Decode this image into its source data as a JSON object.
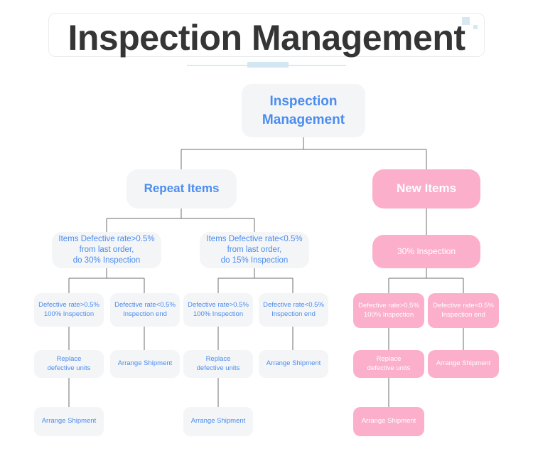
{
  "header": {
    "title": "Inspection Management",
    "deco_color": "#d7e8f3",
    "rule_color": "#d9eaf4"
  },
  "theme": {
    "blue_node_bg": "#f4f5f7",
    "blue_text": "#4a8cf0",
    "pink_node_bg": "#fbafcb",
    "pink_text": "#ffffff",
    "connector": "#6e6e6e"
  },
  "diagram": {
    "type": "flowchart",
    "root": {
      "label": "Inspection\nManagement"
    },
    "branches": [
      {
        "label": "Repeat Items",
        "style": "blue"
      },
      {
        "label": "New Items",
        "style": "pink"
      }
    ],
    "repeat": {
      "conditions": [
        {
          "label": "Items Defective rate>0.5%\nfrom last order,\ndo 30% Inspection"
        },
        {
          "label": "Items Defective rate<0.5%\nfrom last order,\ndo 15% Inspection"
        }
      ],
      "outcomes": [
        {
          "label": "Defective rate>0.5%\n100% Inspection"
        },
        {
          "label": "Defective rate<0.5%\nInspection end"
        },
        {
          "label": "Defective rate>0.5%\n100% Inspection"
        },
        {
          "label": "Defective rate<0.5%\nInspection end"
        }
      ],
      "actions": [
        {
          "label": "Replace\ndefective units"
        },
        {
          "label": "Arrange Shipment"
        },
        {
          "label": "Replace\ndefective units"
        },
        {
          "label": "Arrange Shipment"
        }
      ],
      "final": [
        {
          "label": "Arrange Shipment"
        },
        {
          "label": "Arrange Shipment"
        }
      ]
    },
    "new": {
      "inspection": {
        "label": "30% Inspection"
      },
      "outcomes": [
        {
          "label": "Defective rate>0.5%\n100% Inspection"
        },
        {
          "label": "Defective rate<0.5%\nInspection end"
        }
      ],
      "actions": [
        {
          "label": "Replace\ndefective units"
        },
        {
          "label": "Arrange Shipment"
        }
      ],
      "final": [
        {
          "label": "Arrange Shipment"
        }
      ]
    }
  }
}
